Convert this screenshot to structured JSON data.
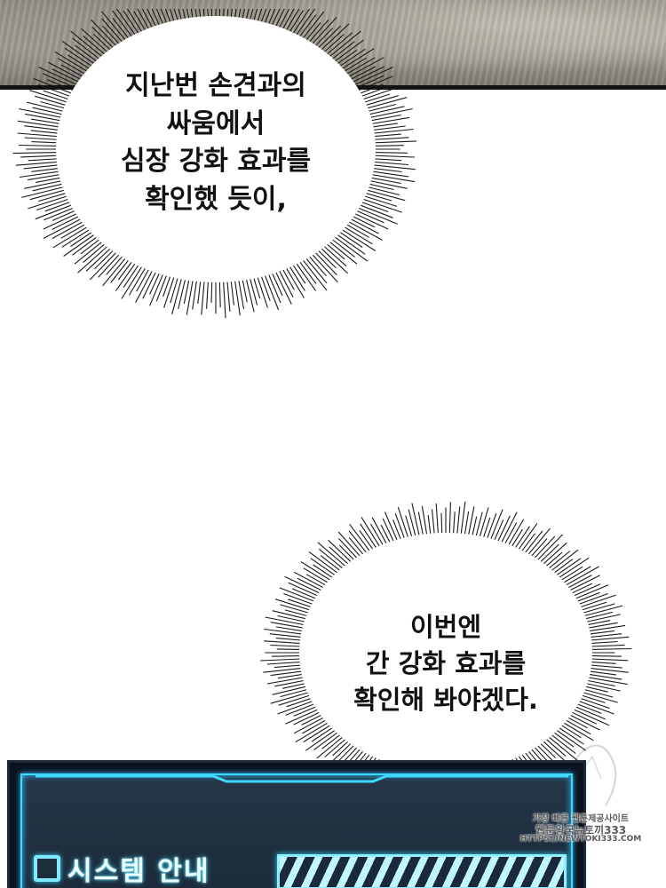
{
  "bubble_top": {
    "lines": [
      "지난번 손견과의",
      "싸움에서",
      "심장 강화 효과를",
      "확인했 듯이,"
    ]
  },
  "bubble_bottom": {
    "lines": [
      "이번엔",
      "간 강화 효과를",
      "확인해 봐야겠다."
    ]
  },
  "system_panel": {
    "title": "시스템 안내",
    "accent_color": "#3fd8ff"
  },
  "watermark": {
    "line1": "가장 빠른 웹툰제공사이트",
    "line2": "웹툰왕국뉴토끼333",
    "line3": "HTTPS://NEWTOKI333.COM"
  }
}
